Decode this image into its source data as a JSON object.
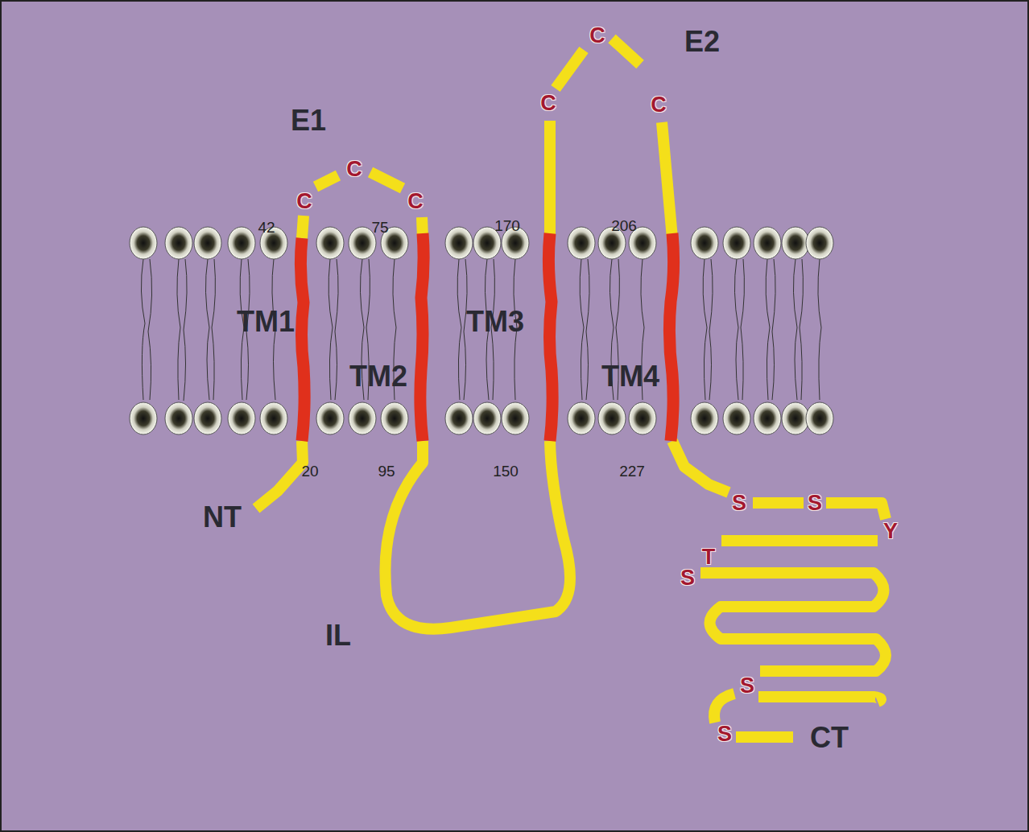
{
  "diagram": {
    "labels": [
      "E1",
      "C",
      "C",
      "C",
      "C",
      "C",
      "C",
      "E2",
      "42",
      "75",
      "170",
      "206",
      "TM1",
      "TM2",
      "TM3",
      "TM4",
      "20",
      "95",
      "150",
      "227",
      "NT",
      "IL",
      "S",
      "S",
      "Y",
      "T",
      "S",
      "S",
      "S",
      "CT"
    ]
  }
}
